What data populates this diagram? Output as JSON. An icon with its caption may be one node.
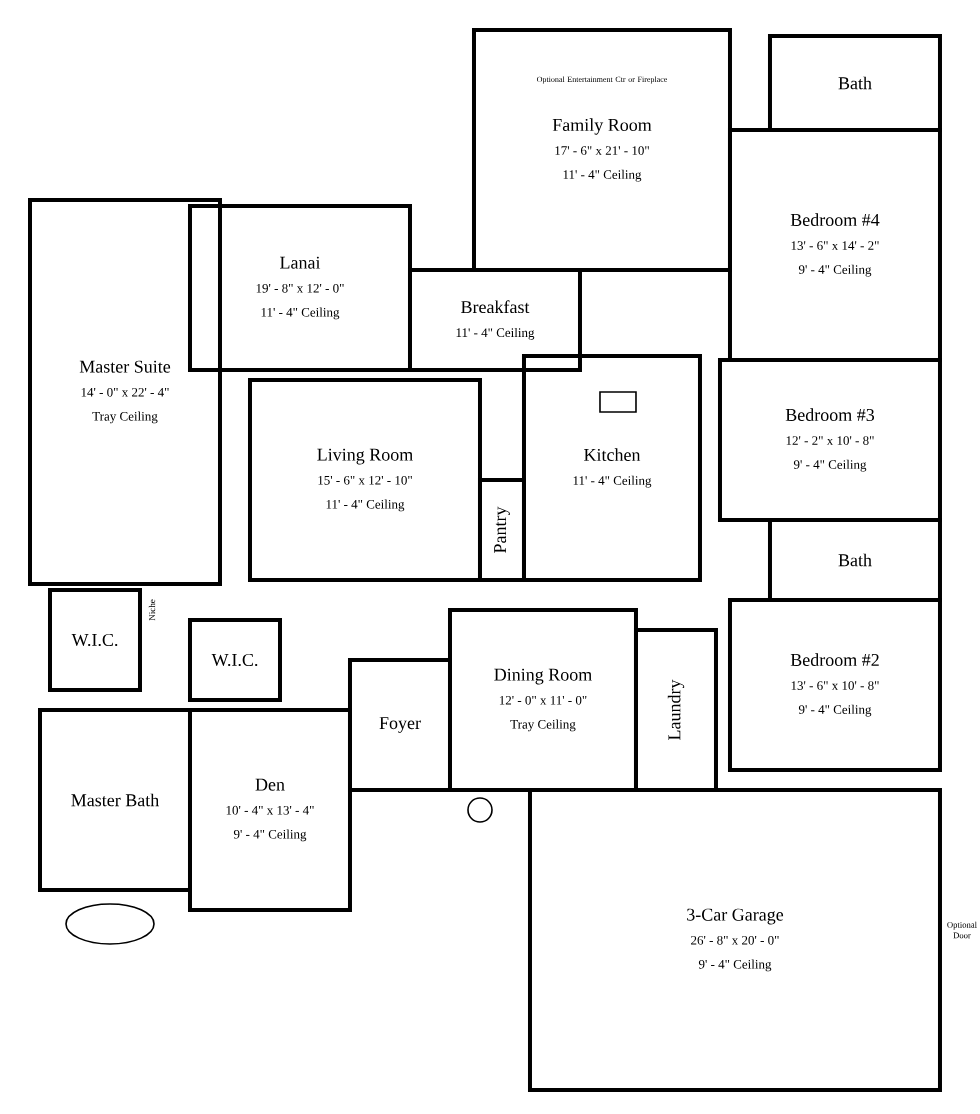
{
  "diagram": {
    "nodes": [
      {
        "text": [
          "Family Room",
          "17' - 6\" x 21' - 10\"",
          "11' - 4\" Ceiling"
        ]
      },
      {
        "text": [
          "Bath"
        ]
      },
      {
        "text": [
          "Bedroom #4",
          "13' - 6\" x 14' - 2\"",
          "9' - 4\" Ceiling"
        ]
      },
      {
        "text": [
          "Lanai",
          "19' - 8\" x 12' - 0\"",
          "11' - 4\" Ceiling"
        ]
      },
      {
        "text": [
          "Breakfast",
          "11' - 4\" Ceiling"
        ]
      },
      {
        "text": [
          "Master Suite",
          "14' - 0\" x 22' - 4\"",
          "Tray Ceiling"
        ]
      },
      {
        "text": [
          "Living Room",
          "15' - 6\" x 12' - 10\"",
          "11' - 4\" Ceiling"
        ]
      },
      {
        "text": [
          "Kitchen",
          "11' - 4\" Ceiling"
        ]
      },
      {
        "text": [
          "Pantry"
        ]
      },
      {
        "text": [
          "Bedroom #3",
          "12' - 2\" x 10' - 8\"",
          "9' - 4\" Ceiling"
        ]
      },
      {
        "text": [
          "Bath"
        ]
      },
      {
        "text": [
          "Bedroom #2",
          "13' - 6\" x 10' - 8\"",
          "9' - 4\" Ceiling"
        ]
      },
      {
        "text": [
          "W.I.C."
        ]
      },
      {
        "text": [
          "W.I.C."
        ]
      },
      {
        "text": [
          "Foyer"
        ]
      },
      {
        "text": [
          "Dining Room",
          "12' - 0\" x 11' - 0\"",
          "Tray Ceiling"
        ]
      },
      {
        "text": [
          "Laundry"
        ]
      },
      {
        "text": [
          "Master Bath"
        ]
      },
      {
        "text": [
          "Den",
          "10' - 4\" x 13' - 4\"",
          "9' - 4\" Ceiling"
        ]
      },
      {
        "text": [
          "3-Car Garage",
          "26' - 8\" x 20' - 0\"",
          "9' - 4\" Ceiling"
        ]
      }
    ],
    "labels": [
      "Optional Entertainment Ctr or Fireplace",
      "Niche",
      "Optional Door"
    ]
  }
}
